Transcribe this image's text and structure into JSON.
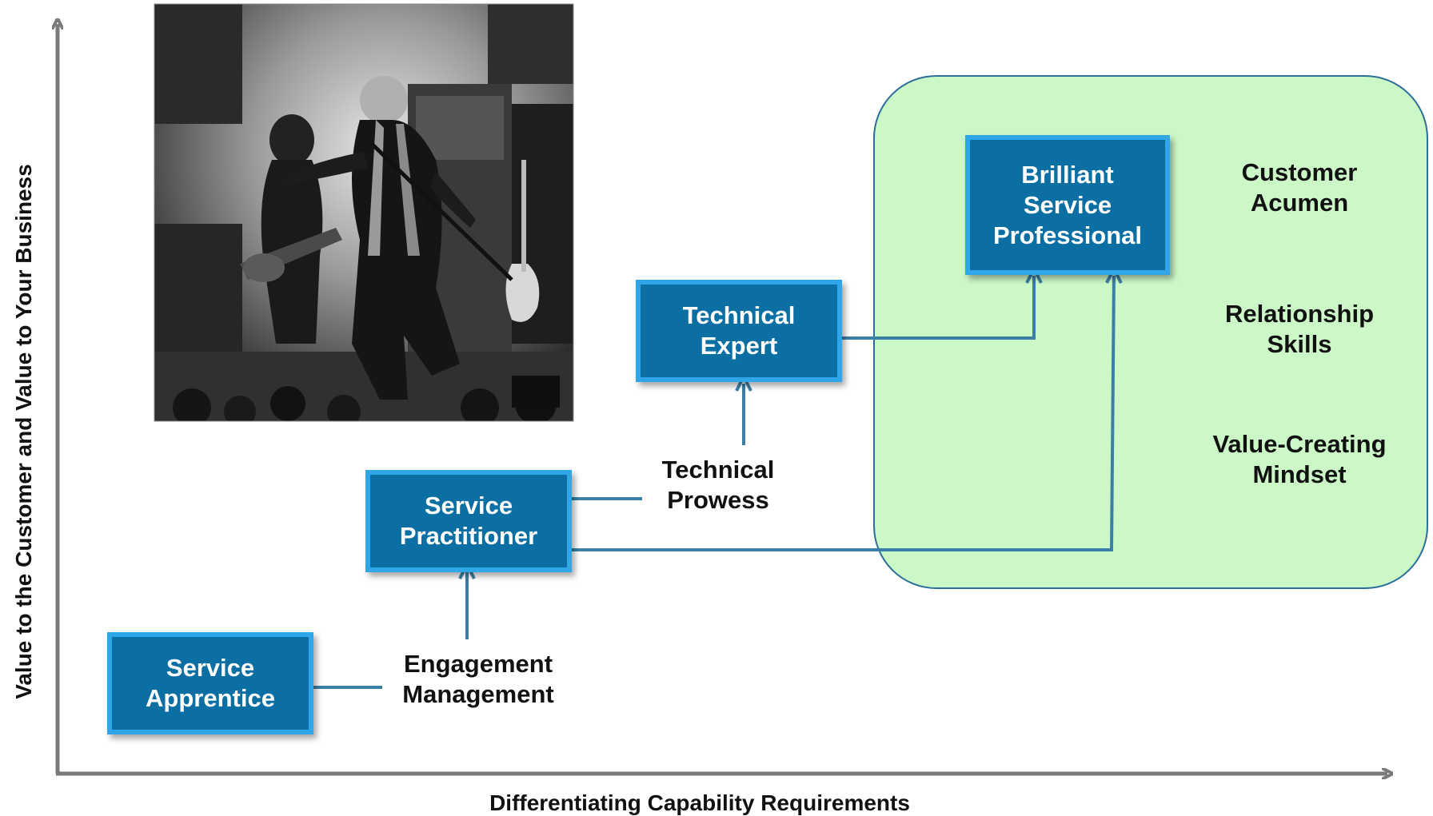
{
  "axes": {
    "y_label": "Value to the Customer and Value to Your Business",
    "x_label": "Differentiating Capability Requirements"
  },
  "boxes": {
    "service_apprentice": [
      "Service",
      "Apprentice"
    ],
    "service_practitioner": [
      "Service",
      "Practitioner"
    ],
    "technical_expert": [
      "Technical",
      "Expert"
    ],
    "brilliant_service_professional": [
      "Brilliant",
      "Service",
      "Professional"
    ]
  },
  "capabilities": {
    "engagement_management": [
      "Engagement",
      "Management"
    ],
    "technical_prowess": [
      "Technical",
      "Prowess"
    ]
  },
  "attributes": {
    "customer_acumen": [
      "Customer",
      "Acumen"
    ],
    "relationship_skills": [
      "Relationship",
      "Skills"
    ],
    "value_creating_mindset": [
      "Value-Creating",
      "Mindset"
    ]
  },
  "colors": {
    "box_fill": "#0b6fa4",
    "box_border": "#2ea6e8",
    "connector": "#3b7fa6",
    "highlight_fill": "#ccf8c8",
    "highlight_border": "#2b6f99",
    "axis": "#7a7a7a"
  },
  "photo": {
    "description_icon": "concert-photo-icon"
  }
}
